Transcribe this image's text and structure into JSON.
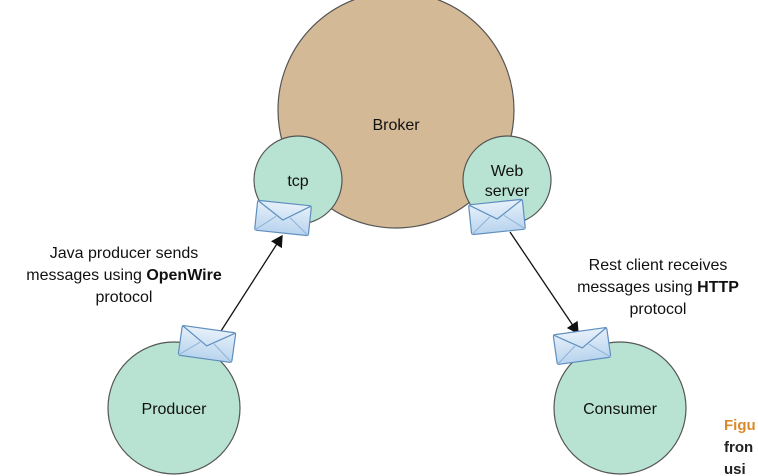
{
  "nodes": {
    "broker": "Broker",
    "tcp": "tcp",
    "web_server": [
      "Web",
      "server"
    ],
    "producer": "Producer",
    "consumer": "Consumer"
  },
  "annotations": {
    "producer": {
      "line1": "Java producer sends",
      "line2_pre": "messages using ",
      "line2_bold": "OpenWire",
      "line3": "protocol"
    },
    "consumer": {
      "line1": "Rest client receives",
      "line2_pre": "messages using ",
      "line2_bold": "HTTP",
      "line3": "protocol"
    }
  },
  "caption": {
    "line1": "Figu",
    "line2": "fron",
    "line3": "usi"
  },
  "colors": {
    "broker_fill": "#d4b996",
    "node_fill": "#b8e3d3",
    "stroke": "#555555",
    "envelope_fill": "#cfe3f4",
    "envelope_stroke": "#5f8fbf",
    "caption_orange": "#d98a2b",
    "caption_dark": "#222222"
  },
  "icons": {
    "message": "envelope-icon"
  }
}
